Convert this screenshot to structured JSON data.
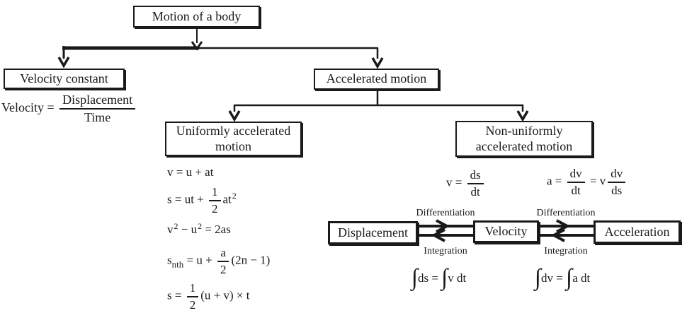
{
  "tree": {
    "root": "Motion of a body",
    "velocity_constant": "Velocity constant",
    "accelerated": "Accelerated motion",
    "uniform_line1": "Uniformly accelerated",
    "uniform_line2": "motion",
    "nonuniform_line1": "Non-uniformly",
    "nonuniform_line2": "accelerated motion"
  },
  "velocity_formula": {
    "lhs": "Velocity = ",
    "num": "Displacement",
    "den": "Time"
  },
  "uniform_formulas": {
    "eq1": "v = u + at",
    "eq2": {
      "pre": "s = ut + ",
      "num": "1",
      "den": "2",
      "base": "at",
      "sup": "2"
    },
    "eq3": {
      "b1": "v",
      "s1": "2",
      "mid": " − u",
      "s2": "2",
      "tail": " = 2as"
    },
    "eq4": {
      "b": "s",
      "sub": "nth",
      "mid": " = u + ",
      "num": "a",
      "den": "2",
      "tail": "(2n − 1)"
    },
    "eq5": {
      "pre": "s = ",
      "num": "1",
      "den": "2",
      "tail": "(u + v) × t"
    }
  },
  "nonuniform_formulas": {
    "v_eq": {
      "pre": "v = ",
      "num": "ds",
      "den": "dt"
    },
    "a_eq": {
      "pre": "a = ",
      "num1": "dv",
      "den1": "dt",
      "mid": " = v",
      "num2": "dv",
      "den2": "ds"
    }
  },
  "chain": {
    "displacement": "Displacement",
    "velocity": "Velocity",
    "acceleration": "Acceleration",
    "top_label": "Differentiation",
    "bottom_label": "Integration"
  },
  "integral_formulas": {
    "left": {
      "int1": "∫",
      "a": "ds = ",
      "int2": "∫",
      "b": "v dt"
    },
    "right": {
      "int1": "∫",
      "a": "dv = ",
      "int2": "∫",
      "b": "a dt"
    }
  },
  "colors": {
    "ink": "#1a1a1a",
    "background": "#ffffff"
  }
}
